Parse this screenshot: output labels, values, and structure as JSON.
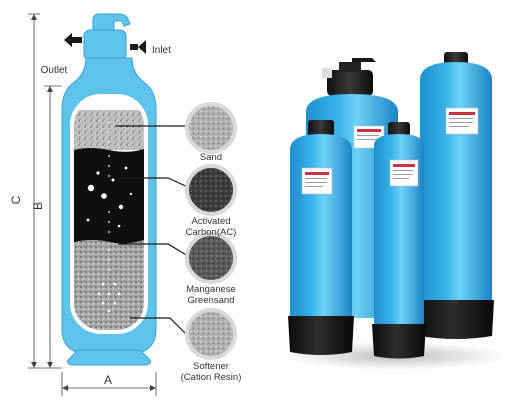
{
  "diagram": {
    "ports": {
      "outlet": "Outlet",
      "inlet": "Inlet"
    },
    "dimensions": {
      "a": "A",
      "b": "B",
      "c": "C"
    },
    "media": [
      {
        "line1": "Sand",
        "line2": ""
      },
      {
        "line1": "Activated",
        "line2": "Carbon(AC)"
      },
      {
        "line1": "Manganese",
        "line2": "Greensand"
      },
      {
        "line1": "Softener",
        "line2": "(Cation Resin)"
      }
    ]
  },
  "colors": {
    "tank_blue": "#5ec4ec",
    "tank_outline": "#3b9fd0",
    "carbon": "#0f0f0f",
    "sand": "#b8b8b8",
    "base": "#1a1a1a"
  }
}
